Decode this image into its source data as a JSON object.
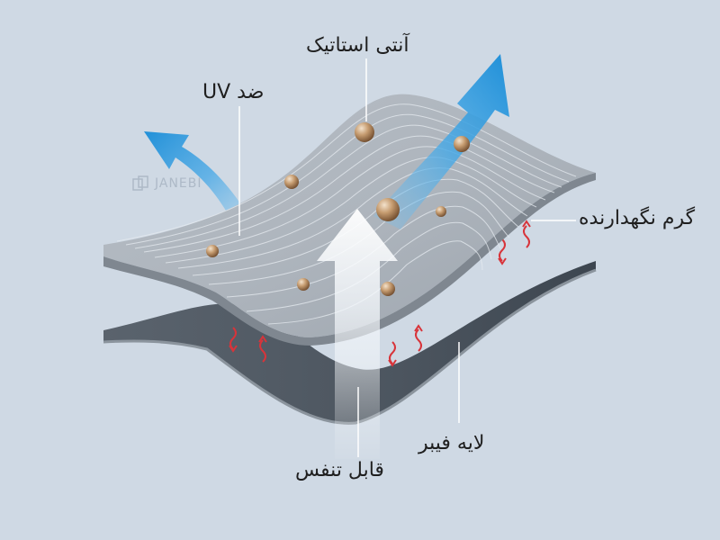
{
  "labels": {
    "anti_static": "آنتی استاتیک",
    "uv_protection": "ضد UV",
    "heat_retention": "گرم نگهدارنده",
    "fiber_layer": "لایه فیبر",
    "breathable": "قابل تنفس"
  },
  "watermark": {
    "text": "JANEBI"
  },
  "colors": {
    "background": "#cfd9e4",
    "bottom_layer": "#4f5963",
    "top_layer": "#9ba4ae",
    "arrow_blue": "#2e9be0",
    "heat_arrow_red": "#d8343a",
    "particle": "#b28a62"
  },
  "icons": [
    "uv-arrow-icon",
    "breathable-arrow-icon",
    "heat-arrow-icon",
    "particle-icon",
    "watermark-logo-icon"
  ]
}
